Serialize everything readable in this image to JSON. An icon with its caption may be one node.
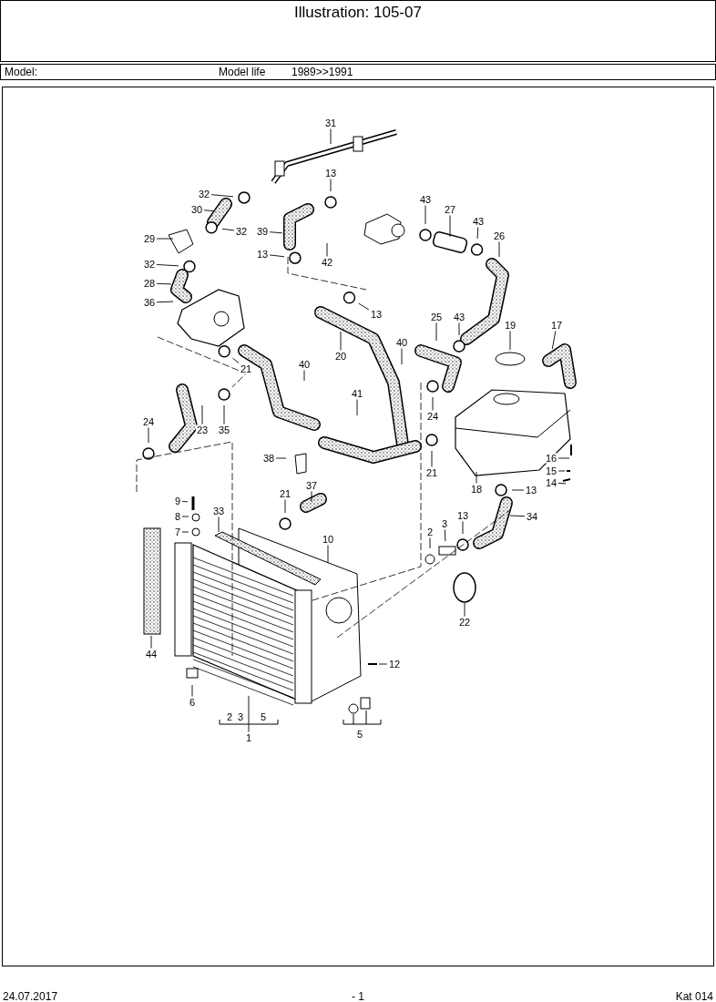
{
  "diagram": {
    "title": "Illustration: 105-07",
    "nodes": [
      {
        "text": [
          "31"
        ]
      },
      {
        "text": [
          "13"
        ]
      },
      {
        "text": [
          "32"
        ]
      },
      {
        "text": [
          "30"
        ]
      },
      {
        "text": [
          "39"
        ]
      },
      {
        "text": [
          "32"
        ]
      },
      {
        "text": [
          "29"
        ]
      },
      {
        "text": [
          "13"
        ]
      },
      {
        "text": [
          "42"
        ]
      },
      {
        "text": [
          "43"
        ]
      },
      {
        "text": [
          "27"
        ]
      },
      {
        "text": [
          "43"
        ]
      },
      {
        "text": [
          "26"
        ]
      },
      {
        "text": [
          "32"
        ]
      },
      {
        "text": [
          "28"
        ]
      },
      {
        "text": [
          "36"
        ]
      },
      {
        "text": [
          "13"
        ]
      },
      {
        "text": [
          "20"
        ]
      },
      {
        "text": [
          "25"
        ]
      },
      {
        "text": [
          "43"
        ]
      },
      {
        "text": [
          "19"
        ]
      },
      {
        "text": [
          "17"
        ]
      },
      {
        "text": [
          "40"
        ]
      },
      {
        "text": [
          "40"
        ]
      },
      {
        "text": [
          "21"
        ]
      },
      {
        "text": [
          "41"
        ]
      },
      {
        "text": [
          "24"
        ]
      },
      {
        "text": [
          "23"
        ]
      },
      {
        "text": [
          "35"
        ]
      },
      {
        "text": [
          "24"
        ]
      },
      {
        "text": [
          "16"
        ]
      },
      {
        "text": [
          "15"
        ]
      },
      {
        "text": [
          "14"
        ]
      },
      {
        "text": [
          "38"
        ]
      },
      {
        "text": [
          "21"
        ]
      },
      {
        "text": [
          "18"
        ]
      },
      {
        "text": [
          "13"
        ]
      },
      {
        "text": [
          "21"
        ]
      },
      {
        "text": [
          "37"
        ]
      },
      {
        "text": [
          "9"
        ]
      },
      {
        "text": [
          "33"
        ]
      },
      {
        "text": [
          "8"
        ]
      },
      {
        "text": [
          "34"
        ]
      },
      {
        "text": [
          "7"
        ]
      },
      {
        "text": [
          "2"
        ]
      },
      {
        "text": [
          "3"
        ]
      },
      {
        "text": [
          "13"
        ]
      },
      {
        "text": [
          "10"
        ]
      },
      {
        "text": [
          "22"
        ]
      },
      {
        "text": [
          "44"
        ]
      },
      {
        "text": [
          "12"
        ]
      },
      {
        "text": [
          "6"
        ]
      },
      {
        "text": [
          "1"
        ]
      }
    ],
    "edges": [
      {
        "from": 0,
        "to": null,
        "arrow": "none"
      },
      {
        "from": 1,
        "to": null,
        "arrow": "none"
      },
      {
        "from": 2,
        "to": null,
        "arrow": "none"
      },
      {
        "from": 3,
        "to": null,
        "arrow": "none"
      },
      {
        "from": 4,
        "to": null,
        "arrow": "none"
      },
      {
        "from": 5,
        "to": null,
        "arrow": "none"
      },
      {
        "from": 6,
        "to": null,
        "arrow": "none"
      },
      {
        "from": 7,
        "to": null,
        "arrow": "none"
      },
      {
        "from": 8,
        "to": null,
        "arrow": "none"
      },
      {
        "from": 9,
        "to": null,
        "arrow": "none"
      },
      {
        "from": 10,
        "to": null,
        "arrow": "none"
      },
      {
        "from": 11,
        "to": null,
        "arrow": "none"
      },
      {
        "from": 12,
        "to": null,
        "arrow": "none"
      },
      {
        "from": 13,
        "to": null,
        "arrow": "none"
      },
      {
        "from": 14,
        "to": null,
        "arrow": "none"
      },
      {
        "from": 15,
        "to": null,
        "arrow": "none"
      },
      {
        "from": 16,
        "to": null,
        "arrow": "none"
      },
      {
        "from": 17,
        "to": null,
        "arrow": "none"
      },
      {
        "from": 18,
        "to": null,
        "arrow": "none"
      },
      {
        "from": 19,
        "to": null,
        "arrow": "none"
      },
      {
        "from": 20,
        "to": null,
        "arrow": "none"
      },
      {
        "from": 21,
        "to": null,
        "arrow": "none"
      },
      {
        "from": 22,
        "to": null,
        "arrow": "none"
      },
      {
        "from": 23,
        "to": null,
        "arrow": "none"
      },
      {
        "from": 24,
        "to": null,
        "arrow": "none"
      },
      {
        "from": 25,
        "to": null,
        "arrow": "none"
      },
      {
        "from": 26,
        "to": null,
        "arrow": "none"
      },
      {
        "from": 27,
        "to": null,
        "arrow": "none"
      },
      {
        "from": 28,
        "to": null,
        "arrow": "none"
      },
      {
        "from": 29,
        "to": null,
        "arrow": "none"
      },
      {
        "from": 30,
        "to": null,
        "arrow": "none"
      },
      {
        "from": 31,
        "to": null,
        "arrow": "none"
      },
      {
        "from": 32,
        "to": null,
        "arrow": "none"
      },
      {
        "from": 33,
        "to": null,
        "arrow": "none"
      },
      {
        "from": 34,
        "to": null,
        "arrow": "none"
      },
      {
        "from": 35,
        "to": null,
        "arrow": "none"
      },
      {
        "from": 36,
        "to": null,
        "arrow": "none"
      },
      {
        "from": 37,
        "to": null,
        "arrow": "none"
      },
      {
        "from": 38,
        "to": null,
        "arrow": "none"
      },
      {
        "from": 39,
        "to": null,
        "arrow": "none"
      },
      {
        "from": 40,
        "to": null,
        "arrow": "none"
      },
      {
        "from": 41,
        "to": null,
        "arrow": "none"
      },
      {
        "from": 42,
        "to": null,
        "arrow": "none"
      },
      {
        "from": 43,
        "to": null,
        "arrow": "none"
      },
      {
        "from": 44,
        "to": null,
        "arrow": "none"
      },
      {
        "from": 45,
        "to": null,
        "arrow": "none"
      },
      {
        "from": 46,
        "to": null,
        "arrow": "none"
      },
      {
        "from": 47,
        "to": null,
        "arrow": "none"
      },
      {
        "from": 48,
        "to": null,
        "arrow": "none"
      },
      {
        "from": 49,
        "to": null,
        "arrow": "none"
      },
      {
        "from": 50,
        "to": null,
        "arrow": "none"
      },
      {
        "from": 51,
        "to": null,
        "arrow": "none"
      },
      {
        "from": 52,
        "to": null,
        "arrow": "none"
      }
    ],
    "labels": [
      "Model:",
      "Model life",
      "1989>>1991",
      "2",
      "3",
      "5",
      "5",
      "24.07.2017",
      "- 1",
      "Kat 014"
    ]
  }
}
